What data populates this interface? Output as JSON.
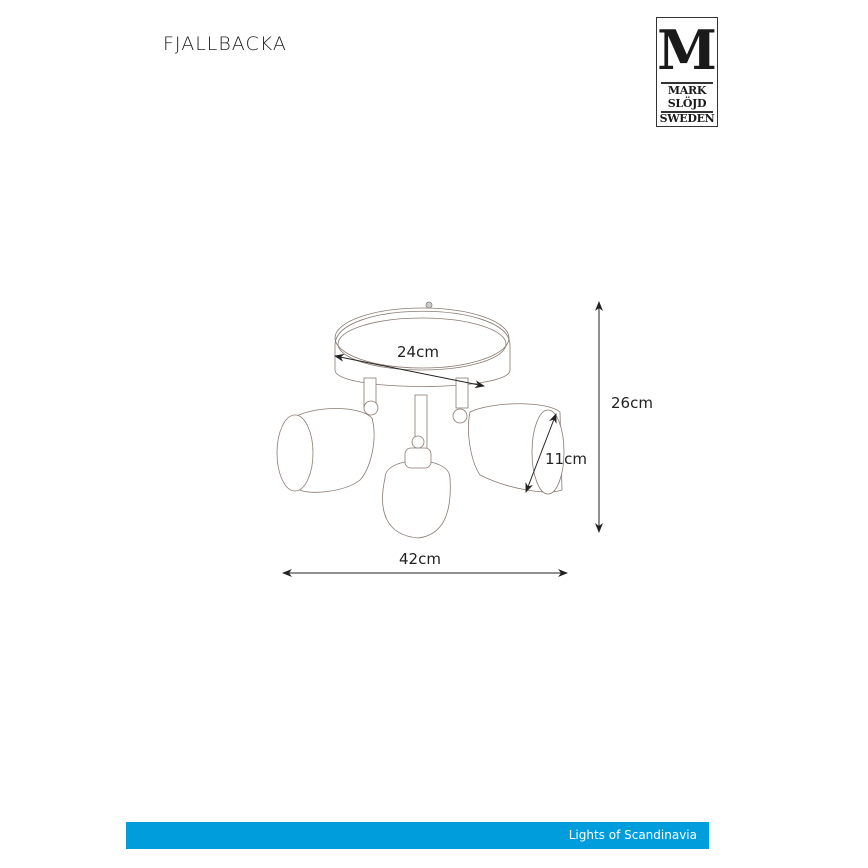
{
  "document": {
    "title": "FJALLBACKA",
    "logo": {
      "letter": "M",
      "line1": "MARK",
      "line2": "SLÖJD",
      "line3": "SWEDEN"
    },
    "dimensions": {
      "base_diameter": "24cm",
      "height": "26cm",
      "shade_diameter": "11cm",
      "width": "42cm"
    },
    "footer": {
      "tagline": "Lights of Scandinavia",
      "color": "#009ddc"
    }
  }
}
